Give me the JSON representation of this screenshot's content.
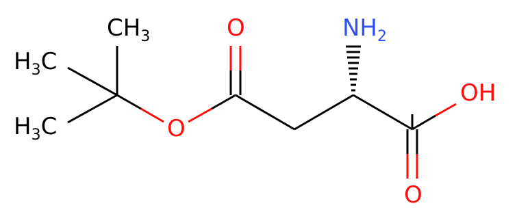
{
  "molecule": {
    "labels": {
      "methyl_top": {
        "main": "CH",
        "sub": "3"
      },
      "methyl_left_top": {
        "pre": "H",
        "sub": "3",
        "post": "C"
      },
      "methyl_left_bottom": {
        "pre": "H",
        "sub": "3",
        "post": "C"
      },
      "ester_oxygen": "O",
      "carbonyl_oxygen_top": "O",
      "amine": {
        "main": "NH",
        "sub": "2"
      },
      "hydroxyl": "OH",
      "carbonyl_oxygen_bottom": "O"
    },
    "colors": {
      "carbon": "#000000",
      "oxygen": "#ff0d0d",
      "nitrogen": "#3050f8"
    }
  }
}
